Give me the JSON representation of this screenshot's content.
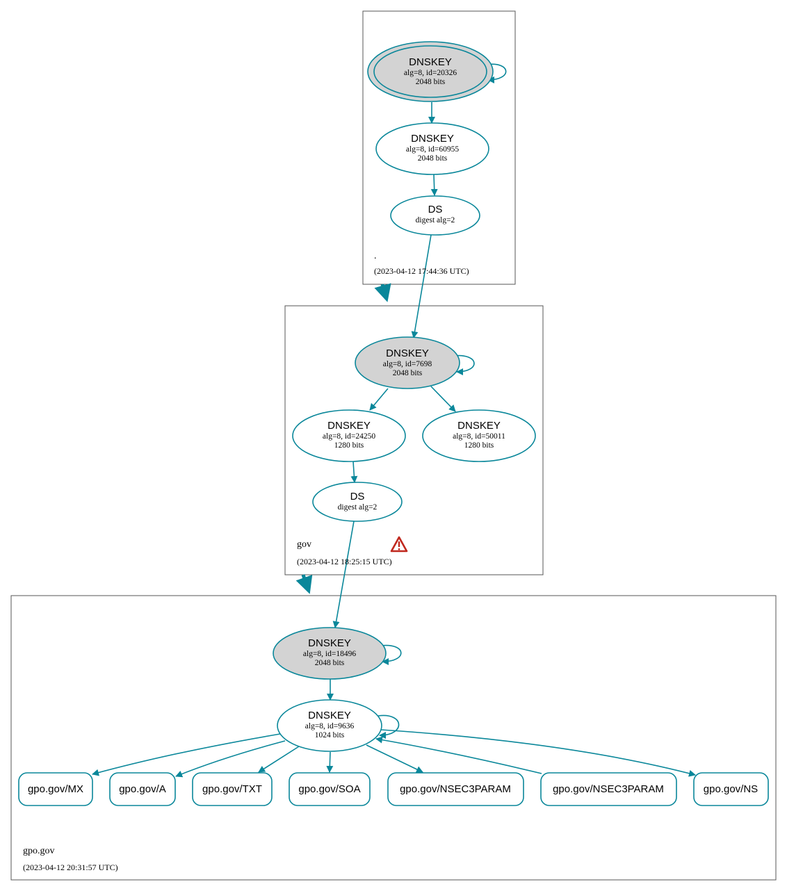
{
  "colors": {
    "edge": "#0a879a",
    "ksk_fill": "#d3d3d3",
    "zone_border": "#555555",
    "warning": "#c0281e"
  },
  "zones": {
    "root": {
      "name": ".",
      "timestamp": "(2023-04-12 17:44:36 UTC)"
    },
    "gov": {
      "name": "gov",
      "timestamp": "(2023-04-12 18:25:15 UTC)",
      "status_icon": "warning-icon"
    },
    "gpo": {
      "name": "gpo.gov",
      "timestamp": "(2023-04-12 20:31:57 UTC)"
    }
  },
  "nodes": {
    "root_ksk": {
      "type": "DNSKEY",
      "detail": "alg=8, id=20326",
      "bits": "2048 bits"
    },
    "root_zsk": {
      "type": "DNSKEY",
      "detail": "alg=8, id=60955",
      "bits": "2048 bits"
    },
    "root_ds": {
      "type": "DS",
      "detail": "digest alg=2"
    },
    "gov_ksk": {
      "type": "DNSKEY",
      "detail": "alg=8, id=7698",
      "bits": "2048 bits"
    },
    "gov_zsk1": {
      "type": "DNSKEY",
      "detail": "alg=8, id=24250",
      "bits": "1280 bits"
    },
    "gov_zsk2": {
      "type": "DNSKEY",
      "detail": "alg=8, id=50011",
      "bits": "1280 bits"
    },
    "gov_ds": {
      "type": "DS",
      "detail": "digest alg=2"
    },
    "gpo_ksk": {
      "type": "DNSKEY",
      "detail": "alg=8, id=18496",
      "bits": "2048 bits"
    },
    "gpo_zsk": {
      "type": "DNSKEY",
      "detail": "alg=8, id=9636",
      "bits": "1024 bits"
    }
  },
  "rrsets": [
    "gpo.gov/MX",
    "gpo.gov/A",
    "gpo.gov/TXT",
    "gpo.gov/SOA",
    "gpo.gov/NSEC3PARAM",
    "gpo.gov/NSEC3PARAM",
    "gpo.gov/NS"
  ]
}
